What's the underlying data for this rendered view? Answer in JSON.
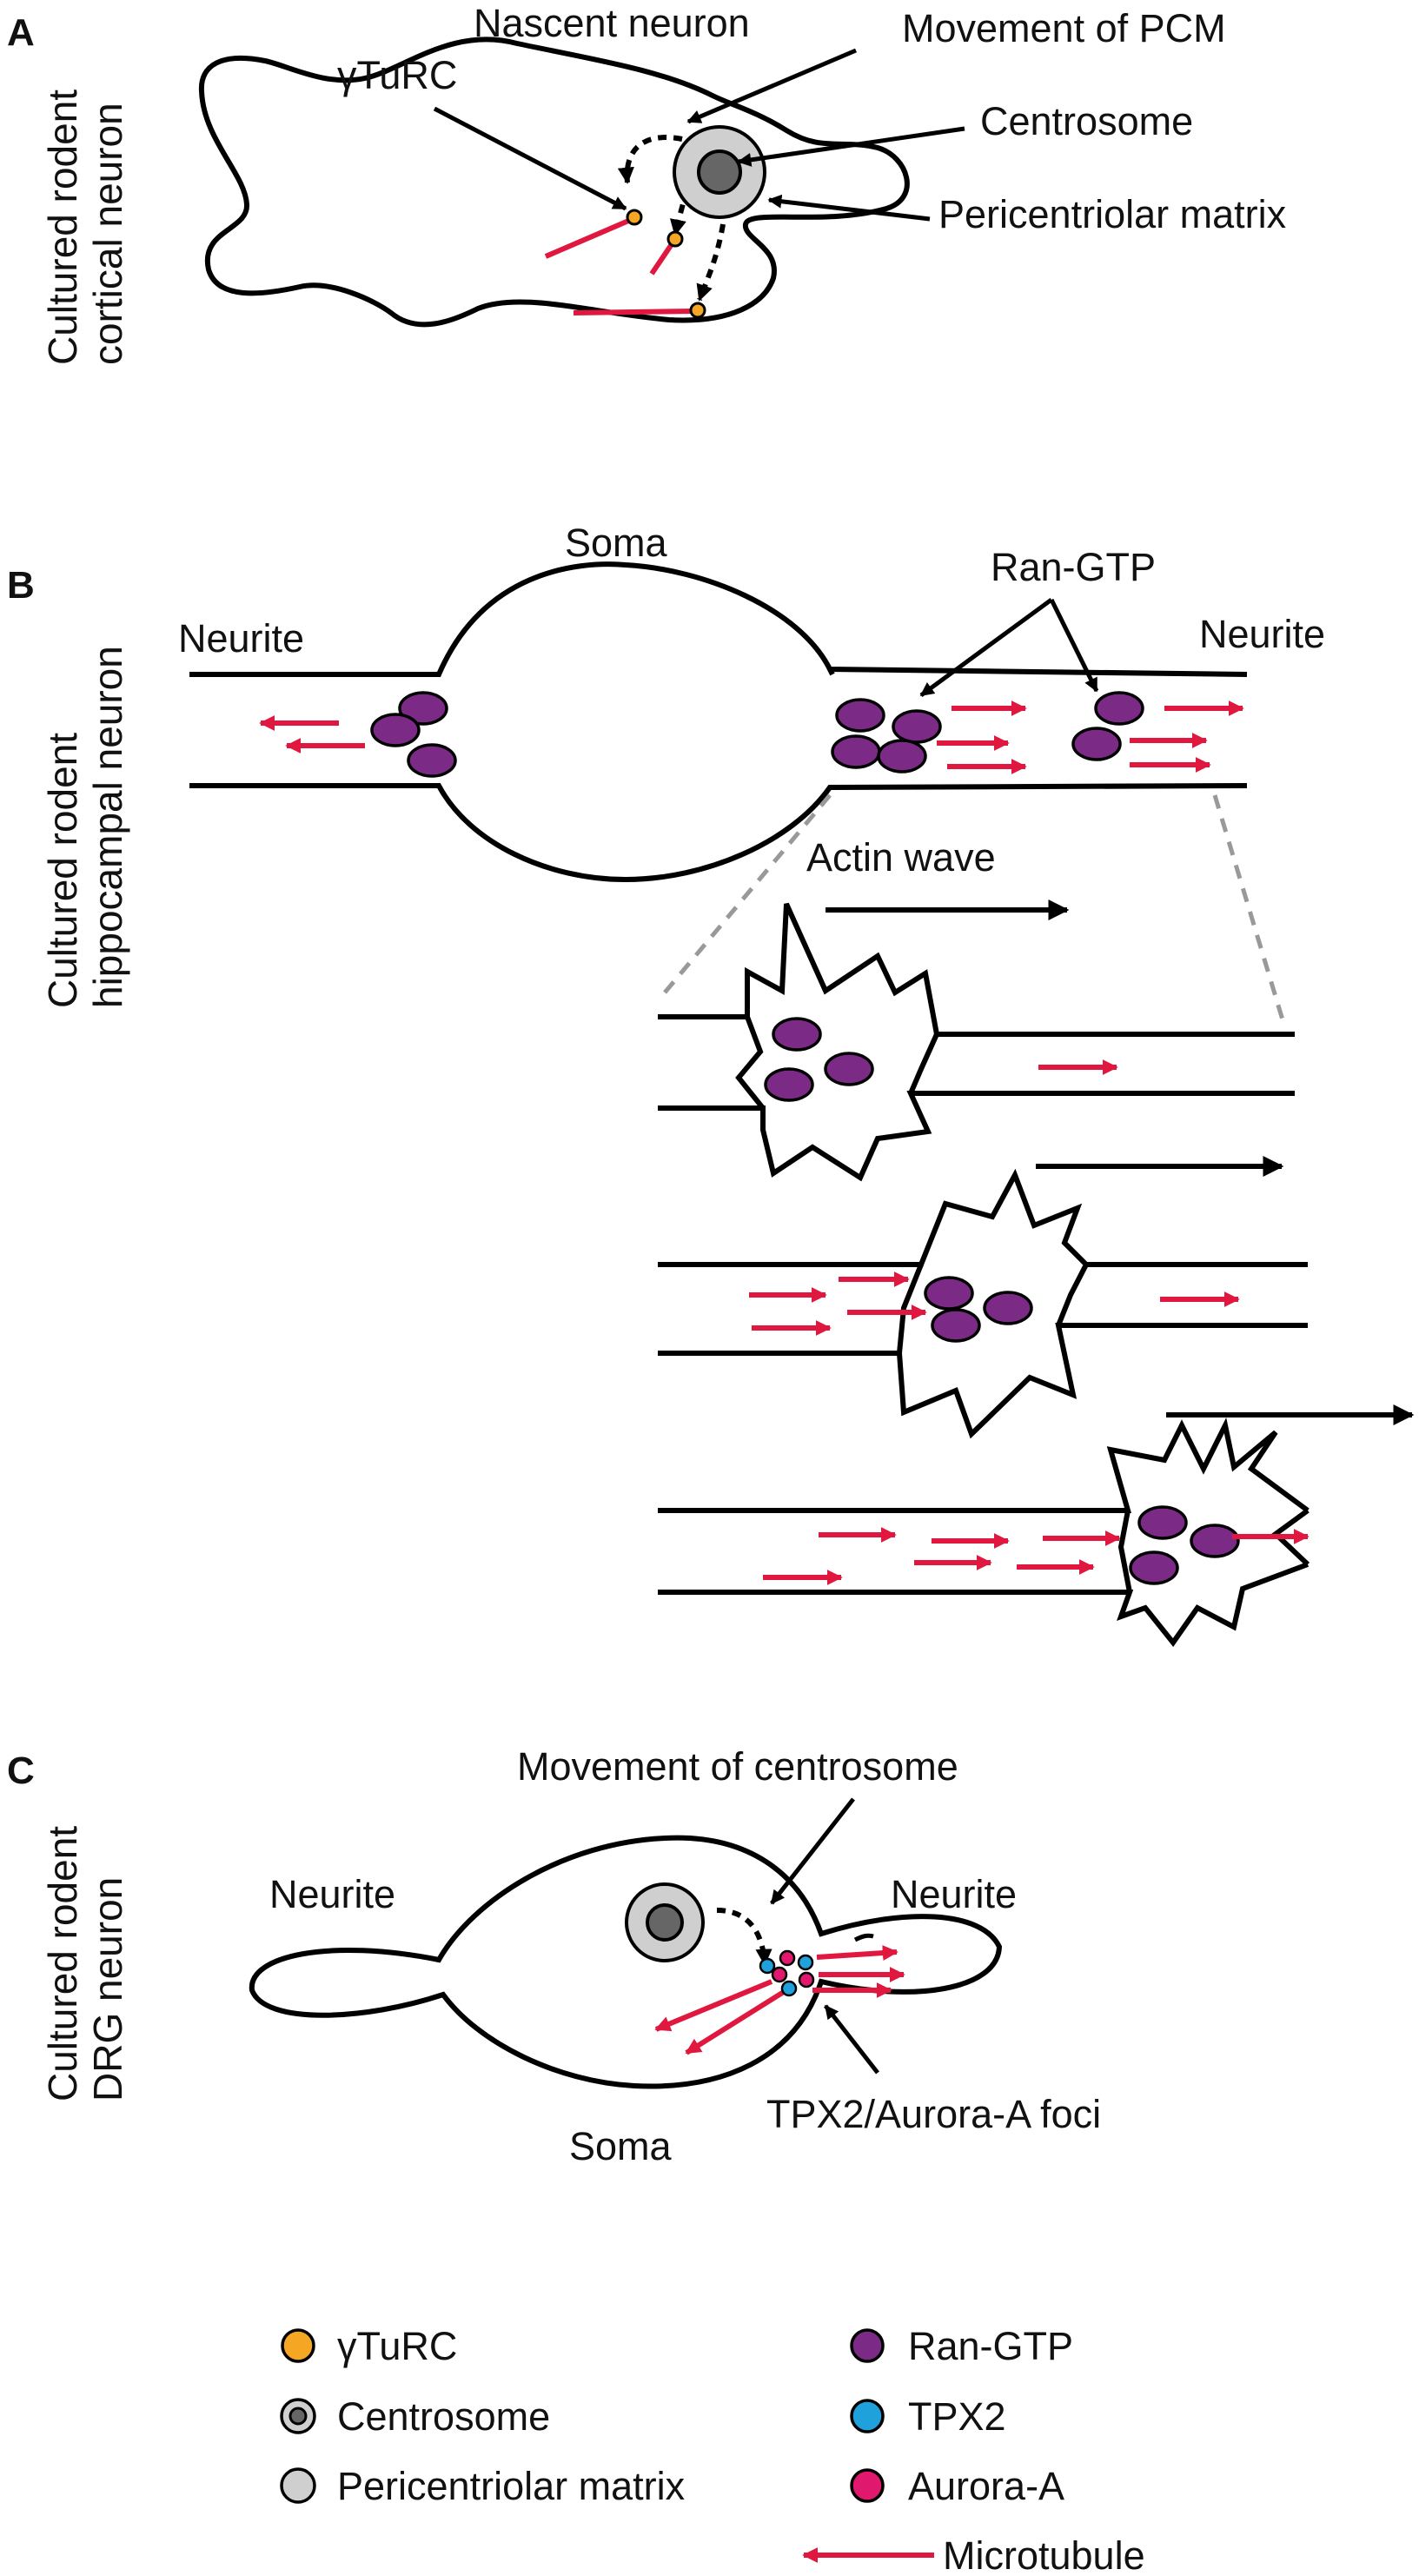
{
  "panels": {
    "a": {
      "letter": "A",
      "side_label": [
        "Cultured rodent",
        "cortical neuron"
      ],
      "labels": {
        "nascent_neuron": "Nascent neuron",
        "movement_pcm": "Movement of PCM",
        "gamma_turc": "γTuRC",
        "centrosome": "Centrosome",
        "pcm": "Pericentriolar matrix"
      }
    },
    "b": {
      "letter": "B",
      "side_label": [
        "Cultured rodent",
        "hippocampal neuron"
      ],
      "labels": {
        "soma": "Soma",
        "ran_gtp": "Ran-GTP",
        "neurite_left": "Neurite",
        "neurite_right": "Neurite",
        "actin_wave": "Actin wave"
      }
    },
    "c": {
      "letter": "C",
      "side_label": [
        "Cultured rodent",
        "DRG neuron"
      ],
      "labels": {
        "movement_centrosome": "Movement of centrosome",
        "neurite_left": "Neurite",
        "neurite_right": "Neurite",
        "soma": "Soma",
        "foci": "TPX2/Aurora-A foci"
      }
    }
  },
  "legend": [
    {
      "key": "gamma_turc",
      "label": "γTuRC"
    },
    {
      "key": "centrosome",
      "label": "Centrosome"
    },
    {
      "key": "pcm",
      "label": "Pericentriolar matrix"
    },
    {
      "key": "ran_gtp",
      "label": "Ran-GTP"
    },
    {
      "key": "tpx2",
      "label": "TPX2"
    },
    {
      "key": "aurora_a",
      "label": "Aurora-A"
    },
    {
      "key": "microtubule",
      "label": "Microtubule"
    }
  ],
  "colors": {
    "microtubule": "#e0183f",
    "gamma_turc": "#f5a623",
    "ran_gtp": "#7b2a86",
    "tpx2": "#1fa2dc",
    "aurora_a": "#e0186e",
    "pcm": "#cfcfcf",
    "centrosome": "#666666"
  }
}
